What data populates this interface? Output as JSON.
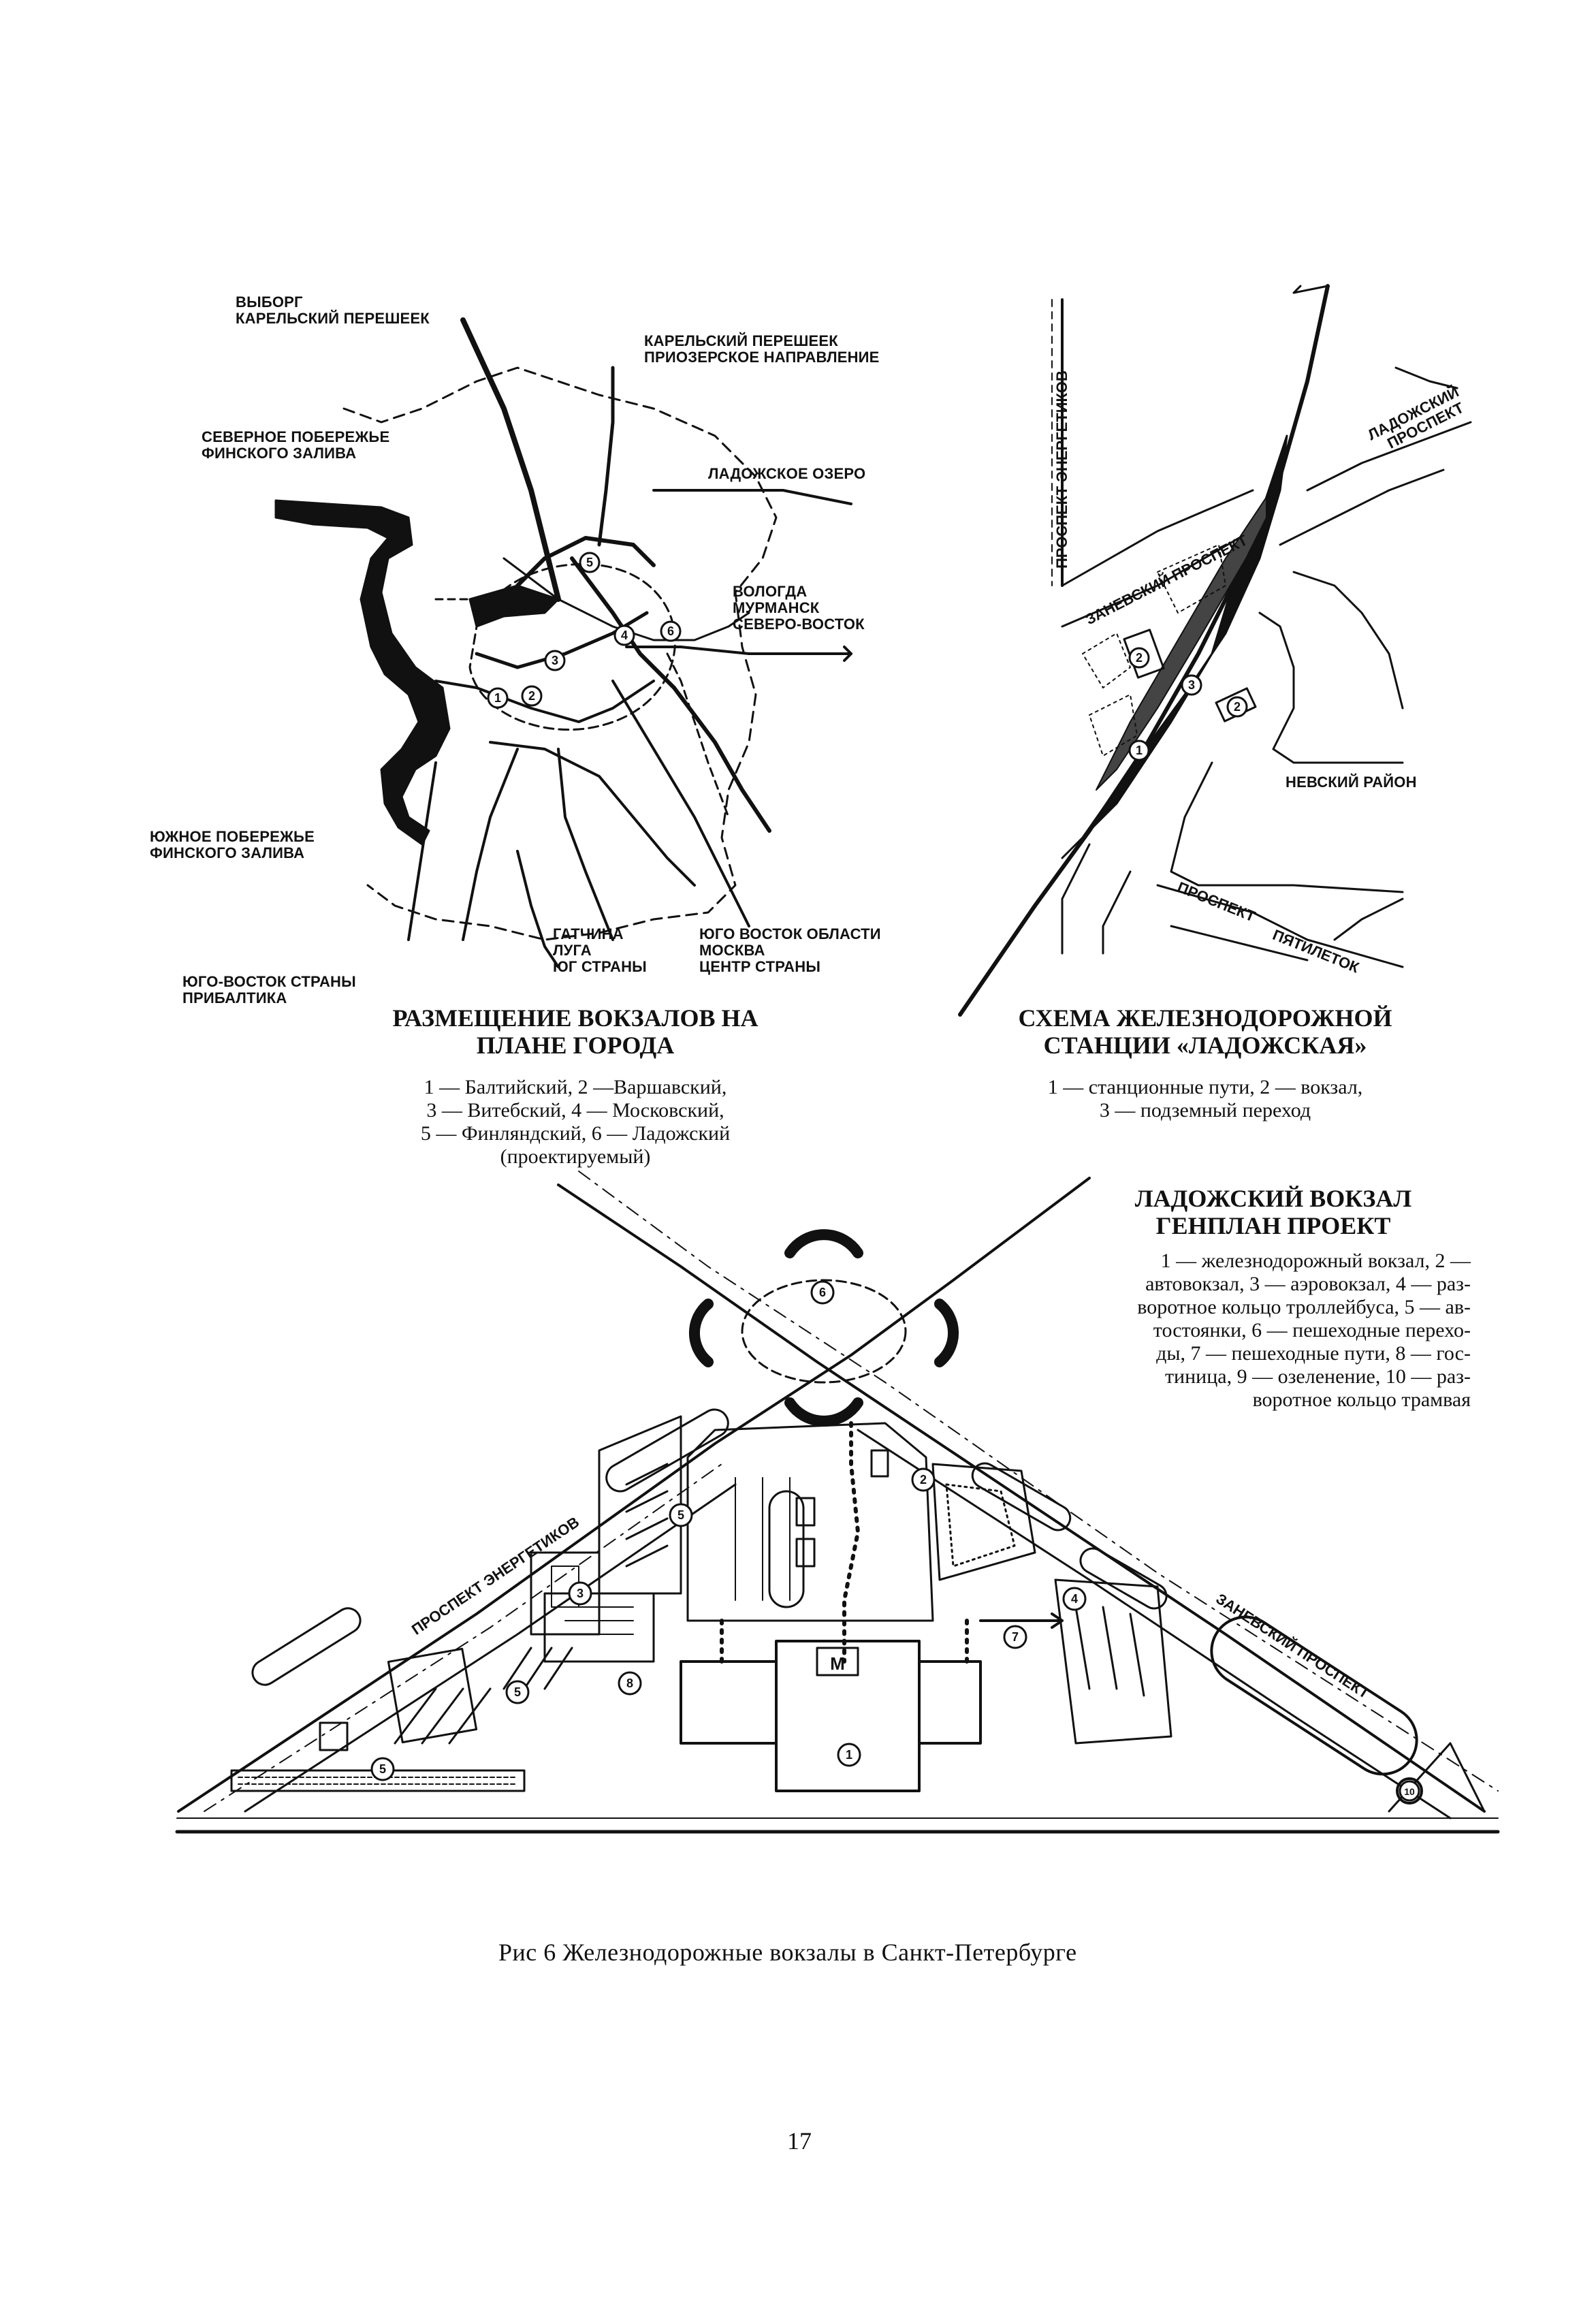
{
  "city_map": {
    "labels": {
      "vyborg": [
        "ВЫБОРГ",
        "КАРЕЛЬСКИЙ ПЕРЕШЕЕК"
      ],
      "karelian_priozersk": [
        "КАРЕЛЬСКИЙ ПЕРЕШЕЕК",
        "ПРИОЗЕРСКОЕ НАПРАВЛЕНИЕ"
      ],
      "north_coast": [
        "СЕВЕРНОЕ ПОБЕРЕЖЬЕ",
        "ФИНСКОГО ЗАЛИВА"
      ],
      "ladoga_lake": "ЛАДОЖСКОЕ ОЗЕРО",
      "vologda": [
        "ВОЛОГДА",
        "МУРМАНСК",
        "СЕВЕРО-ВОСТОК"
      ],
      "south_coast": [
        "ЮЖНОЕ ПОБЕРЕЖЬЕ",
        "ФИНСКОГО ЗАЛИВА"
      ],
      "gatchina": [
        "ГАТЧИНА",
        "ЛУГА",
        "ЮГ СТРАНЫ"
      ],
      "southeast": [
        "ЮГО ВОСТОК ОБЛАСТИ",
        "МОСКВА",
        "ЦЕНТР СТРАНЫ"
      ],
      "southwest": [
        "ЮГО-ВОСТОК СТРАНЫ",
        "ПРИБАЛТИКА"
      ]
    },
    "station_markers": [
      "1",
      "2",
      "3",
      "4",
      "5",
      "6"
    ],
    "title": [
      "РАЗМЕЩЕНИЕ ВОКЗАЛОВ НА",
      "ПЛАНЕ ГОРОДА"
    ],
    "legend": [
      "1 — Балтийский, 2 —Варшавский,",
      "3 — Витебский, 4 — Московский,",
      "5 — Финляндский, 6 — Ладожский",
      "(проектируемый)"
    ]
  },
  "station_scheme": {
    "labels": {
      "energetikov": "ПРОСПЕКТ ЭНЕРГЕТИКОВ",
      "ladozhsky": [
        "ЛАДОЖСКИЙ",
        "ПРОСПЕКТ"
      ],
      "zanevsky": "ЗАНЕВСКИЙ ПРОСПЕКТ",
      "nevsky_district": "НЕВСКИЙ РАЙОН",
      "pyatiletok": [
        "ПРОСПЕКТ",
        "ПЯТИЛЕТОК"
      ]
    },
    "markers": [
      "1",
      "2",
      "2",
      "3"
    ],
    "title": [
      "СХЕМА ЖЕЛЕЗНОДОРОЖНОЙ",
      "СТАНЦИИ «ЛАДОЖСКАЯ»"
    ],
    "legend": [
      "1 — станционные пути, 2 — вокзал,",
      "3 — подземный переход"
    ]
  },
  "genplan": {
    "title": [
      "ЛАДОЖСКИЙ ВОКЗАЛ",
      "ГЕНПЛАН ПРОЕКТ"
    ],
    "legend": [
      "1 — железнодорожный вокзал, 2 —",
      "автовокзал, 3 — аэровокзал, 4 — раз-",
      "воротное кольцо троллейбуса, 5 — ав-",
      "тостоянки, 6 — пешеходные перехо-",
      "ды, 7 — пешеходные пути, 8 — гос-",
      "тиница, 9 — озеленение, 10 — раз-",
      "воротное кольцо трамвая"
    ],
    "labels": {
      "energetikov": "ПРОСПЕКТ ЭНЕРГЕТИКОВ",
      "zanevsky": "ЗАНЕВСКИЙ ПРОСПЕКТ",
      "metro": "М"
    },
    "markers": [
      "1",
      "2",
      "3",
      "4",
      "5",
      "5",
      "5",
      "6",
      "7",
      "8",
      "10"
    ]
  },
  "caption": "Рис 6 Железнодорожные вокзалы в Санкт-Петербурге",
  "page_number": "17"
}
